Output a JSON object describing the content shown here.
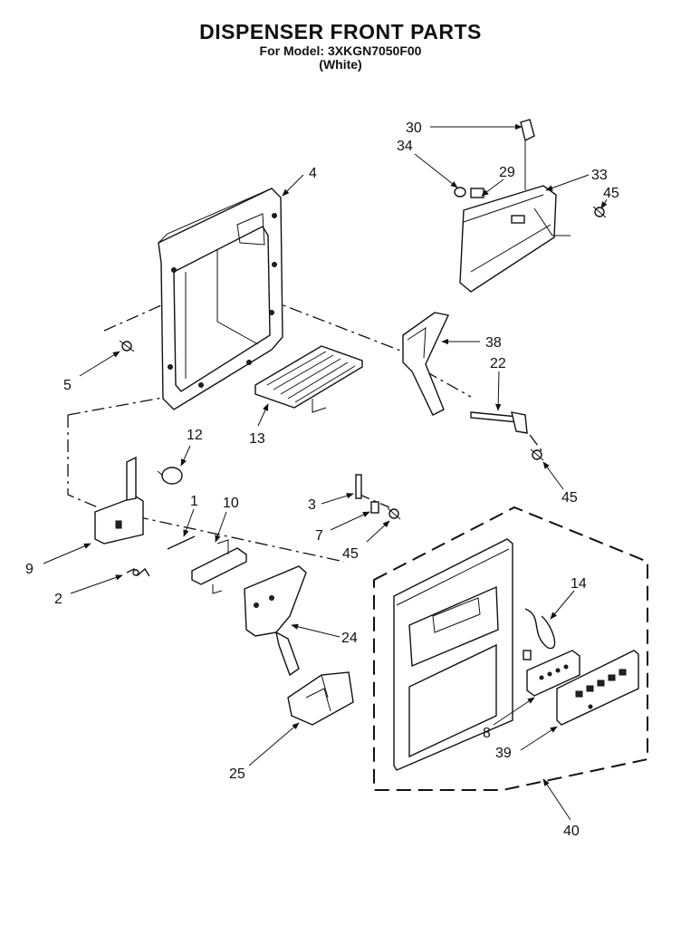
{
  "header": {
    "title": "DISPENSER FRONT PARTS",
    "model": "For Model: 3XKGN7050F00",
    "color": "(White)"
  },
  "callouts": [
    {
      "id": "c30",
      "label": "30"
    },
    {
      "id": "c34",
      "label": "34"
    },
    {
      "id": "c29",
      "label": "29"
    },
    {
      "id": "c33",
      "label": "33"
    },
    {
      "id": "c45a",
      "label": "45"
    },
    {
      "id": "c4",
      "label": "4"
    },
    {
      "id": "c38",
      "label": "38"
    },
    {
      "id": "c22",
      "label": "22"
    },
    {
      "id": "c5",
      "label": "5"
    },
    {
      "id": "c13",
      "label": "13"
    },
    {
      "id": "c12",
      "label": "12"
    },
    {
      "id": "c45b",
      "label": "45"
    },
    {
      "id": "c1",
      "label": "1"
    },
    {
      "id": "c10",
      "label": "10"
    },
    {
      "id": "c3",
      "label": "3"
    },
    {
      "id": "c7",
      "label": "7"
    },
    {
      "id": "c45c",
      "label": "45"
    },
    {
      "id": "c9",
      "label": "9"
    },
    {
      "id": "c2",
      "label": "2"
    },
    {
      "id": "c24",
      "label": "24"
    },
    {
      "id": "c14",
      "label": "14"
    },
    {
      "id": "c8",
      "label": "8"
    },
    {
      "id": "c39",
      "label": "39"
    },
    {
      "id": "c25",
      "label": "25"
    },
    {
      "id": "c40",
      "label": "40"
    }
  ]
}
